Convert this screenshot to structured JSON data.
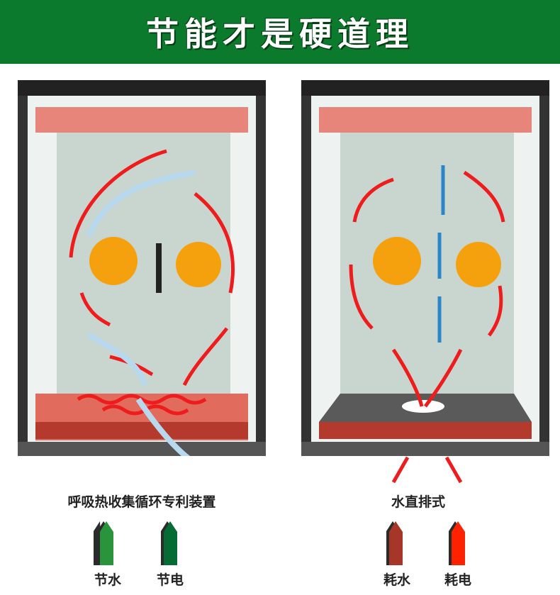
{
  "banner": {
    "title": "节能才是硬道理"
  },
  "left": {
    "caption": "呼吸热收集循环专利装置",
    "indicators": [
      {
        "label": "节水",
        "color": "#2a943c"
      },
      {
        "label": "节电",
        "color": "#036b33"
      }
    ]
  },
  "right": {
    "caption": "水直排式",
    "indicators": [
      {
        "label": "耗水",
        "color": "#a63628"
      },
      {
        "label": "耗电",
        "color": "#ff2200"
      }
    ]
  },
  "colors": {
    "banner": "#0b7a2c",
    "heater": "#e06a5a",
    "arrow_red": "#ee1c1c",
    "arrow_blue": "#2a86c8",
    "arrow_white": "#b8d8ee"
  }
}
